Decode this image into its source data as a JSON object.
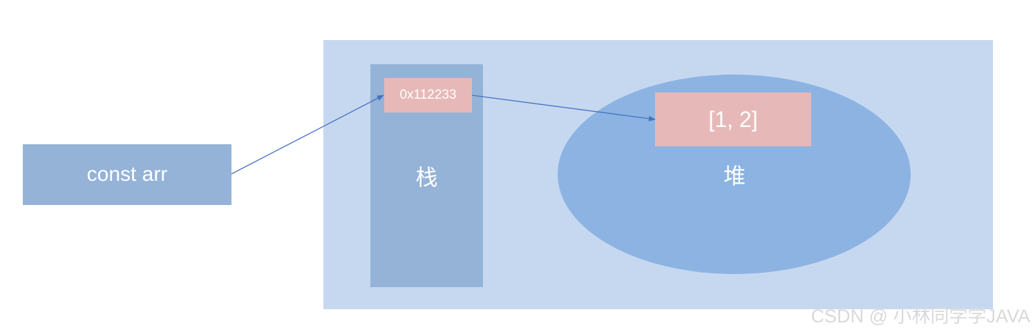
{
  "diagram": {
    "variable_label": "const arr",
    "stack_label": "栈",
    "heap_label": "堆",
    "address_label": "0x112233",
    "value_label": "[1, 2]"
  },
  "watermark": "CSDN @ 小林同学学JAVA",
  "colors": {
    "memory_area": "#c6d8f0",
    "stack": "#95b3d7",
    "heap": "#8db3e2",
    "pink_box": "#e6b9b8",
    "arrow": "#4472c4"
  }
}
